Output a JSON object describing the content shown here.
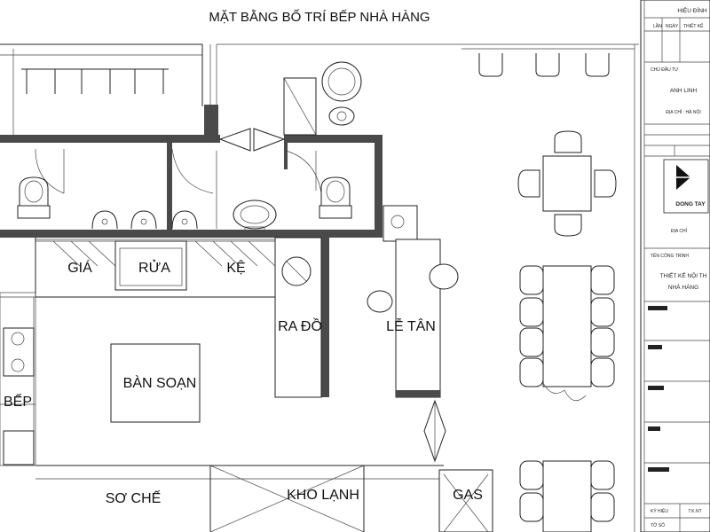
{
  "plan": {
    "title": "MẶT BẰNG BỐ TRÍ BẾP NHÀ HÀNG"
  },
  "rooms": {
    "gia": "GIÁ",
    "rua": "RỬA",
    "ke": "KỆ",
    "ra_do": "RA ĐỒ",
    "le_tan": "LỄ TÂN",
    "ban_soan": "BÀN SOẠN",
    "bep": "BẾP",
    "so_che": "SƠ CHẾ",
    "kho_lanh": "KHO LẠNH",
    "gas": "GAS"
  },
  "title_block": {
    "revision_header": "HIỆU ĐÍNH",
    "revision_cols": [
      "LẦN",
      "NGÀY",
      "THIẾT KẾ"
    ],
    "owner_label": "CHỦ ĐẦU TƯ",
    "owner_name": "ANH LINH",
    "owner_address": "ĐỊA CHỈ : HÀ NỘI",
    "company_name": "DONG TAY",
    "company_address": "ĐỊA CHỈ",
    "project_label": "TÊN CÔNG TRÌNH",
    "project_name_1": "THIẾT KẾ NỘI TH",
    "project_name_2": "NHÀ HÀNG",
    "drawing_no_label": "KÝ HIỆU",
    "drawing_no": "T.K.NT",
    "sheet_label": "TỜ SỐ"
  }
}
